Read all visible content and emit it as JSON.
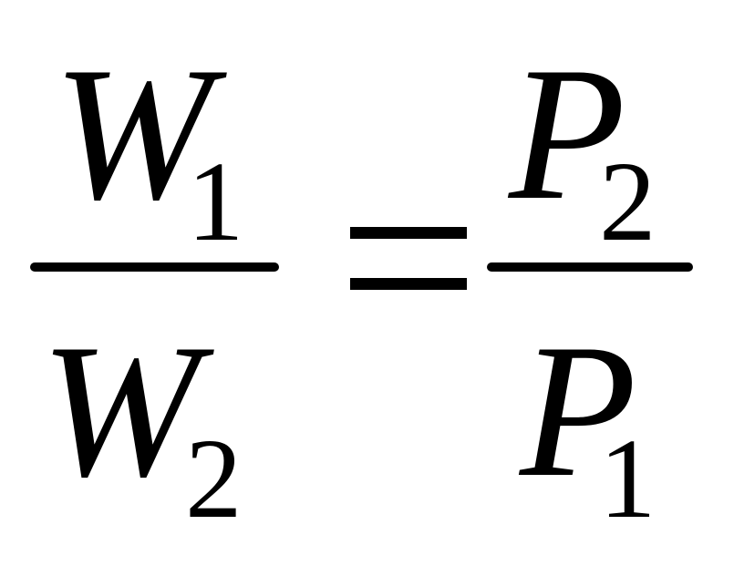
{
  "equation": {
    "left": {
      "numerator": {
        "variable": "W",
        "subscript": "1"
      },
      "denominator": {
        "variable": "W",
        "subscript": "2"
      }
    },
    "operator": "=",
    "right": {
      "numerator": {
        "variable": "P",
        "subscript": "2"
      },
      "denominator": {
        "variable": "P",
        "subscript": "1"
      }
    }
  }
}
